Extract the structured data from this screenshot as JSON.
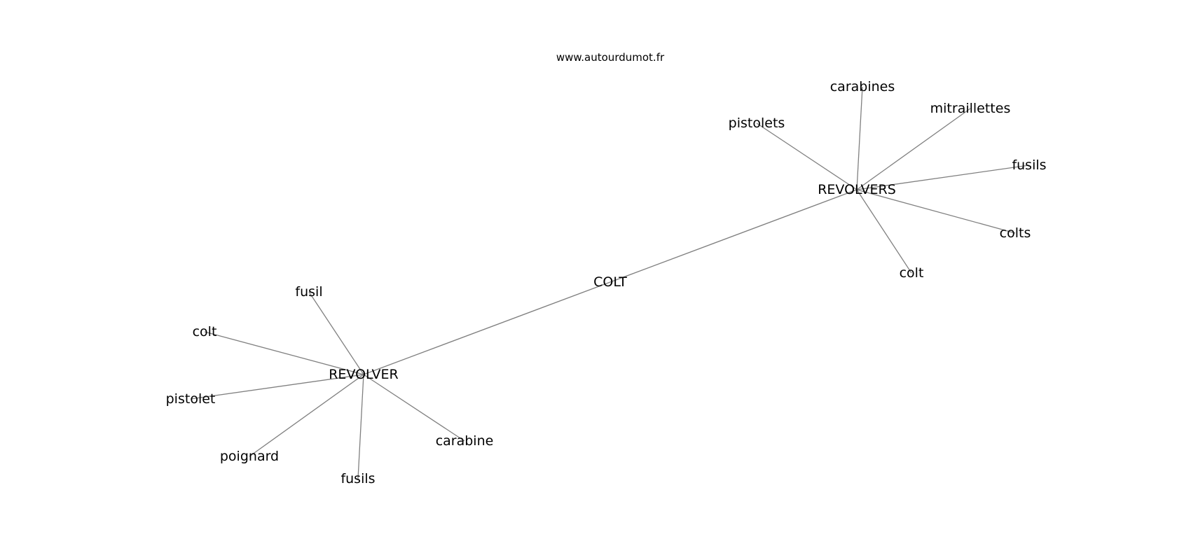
{
  "source": "www.autourdumot.fr",
  "graph": {
    "center": "COLT",
    "hubs": [
      {
        "label": "REVOLVERS",
        "neighbors": [
          "carabines",
          "mitraillettes",
          "pistolets",
          "fusils",
          "colts",
          "colt"
        ]
      },
      {
        "label": "REVOLVER",
        "neighbors": [
          "fusil",
          "colt",
          "pistolet",
          "poignard",
          "fusils",
          "carabine"
        ]
      }
    ]
  },
  "colors": {
    "edge": "#808080",
    "text": "#000000",
    "background": "#ffffff"
  }
}
